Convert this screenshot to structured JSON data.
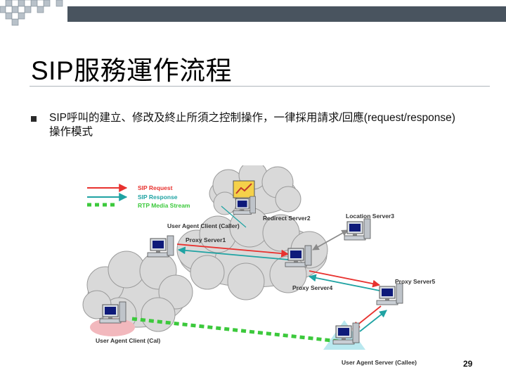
{
  "slide": {
    "title": "SIP服務運作流程",
    "bullet_line1": "SIP呼叫的建立、修改及終止所須之控制操作，一律採用請求/回應(request/response)",
    "bullet_line2": "操作模式",
    "page_number": "29"
  },
  "legend": {
    "request": "SIP Request",
    "response": "SIP Response",
    "media": "RTP Media Stream"
  },
  "nodes": {
    "uac_caller": "User Agent Client (Caller)",
    "redirect": "Redirect Server2",
    "location": "Location Server3",
    "proxy1": "Proxy Server1",
    "proxy4": "Proxy Server4",
    "proxy5": "Proxy Server5",
    "uac_call": "User Agent Client (Cal)",
    "uas_callee": "User Agent Server (Callee)"
  },
  "colors": {
    "request": "#e8322f",
    "response": "#1fa3a3",
    "media": "#3cc93c",
    "cloud": "#d9d9d9",
    "topband": "#49545f"
  }
}
